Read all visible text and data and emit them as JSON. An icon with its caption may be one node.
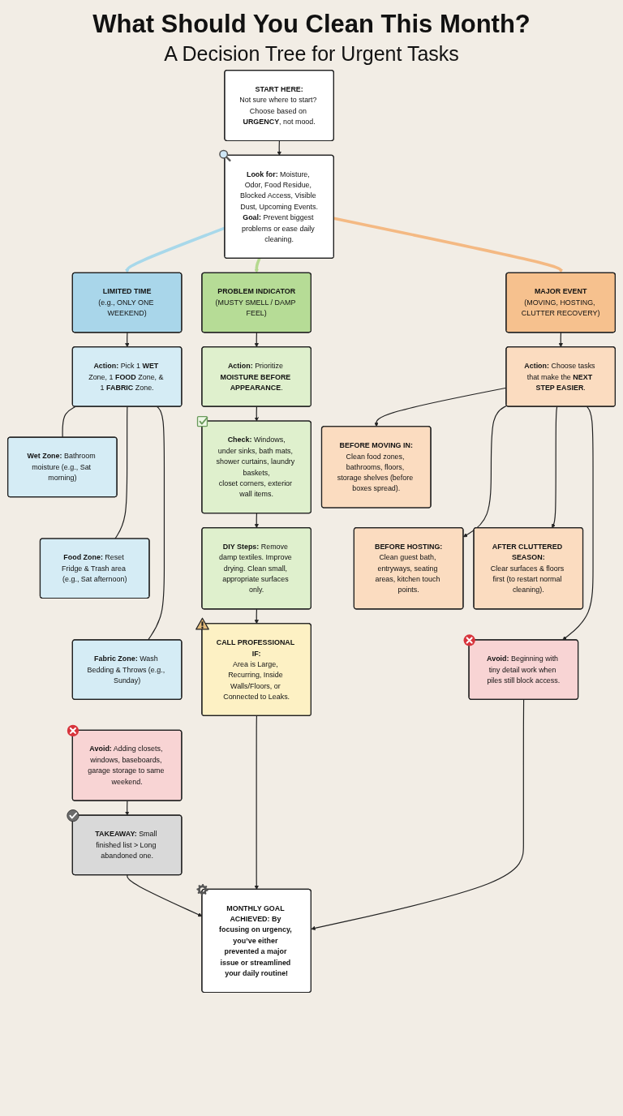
{
  "diagram": {
    "title": "What Should You Clean This Month?",
    "nodes": [
      {
        "text": [
          "START HERE:",
          "Not sure where to start? Choose based on **URGENCY**, not mood."
        ]
      },
      {
        "text": [
          "**Look for:** Moisture, Odor, Food Residue, Blocked Access, Visible Dust, Upcoming Events.",
          "**Goal:** Prevent biggest problems or ease daily cleaning."
        ]
      },
      {
        "text": [
          "LIMITED TIME",
          "(e.g., ONLY ONE WEEKEND)"
        ]
      },
      {
        "text": [
          "PROBLEM INDICATOR",
          "(MUSTY SMELL / DAMP FEEL)"
        ]
      },
      {
        "text": [
          "MAJOR EVENT",
          "(MOVING, HOSTING, CLUTTER RECOVERY)"
        ]
      },
      {
        "text": [
          "**Action:** Pick 1 **WET** Zone, 1 **FOOD** Zone, & 1 **FABRIC** Zone."
        ]
      },
      {
        "text": [
          "**Action:** Prioritize **MOISTURE BEFORE APPEARANCE**."
        ]
      },
      {
        "text": [
          "**Action:** Choose tasks that make the **NEXT STEP EASIER**."
        ]
      },
      {
        "text": [
          "**Wet Zone:** Bathroom moisture (e.g., Sat morning)"
        ]
      },
      {
        "text": [
          "**Food Zone:** Reset Fridge & Trash area (e.g., Sat afternoon)"
        ]
      },
      {
        "text": [
          "**Fabric Zone:** Wash Bedding & Throws (e.g., Sunday)"
        ]
      },
      {
        "text": [
          "**Avoid:** Adding closets, windows, baseboards, garage storage to same weekend."
        ]
      },
      {
        "text": [
          "**TAKEAWAY:** Small finished list > Long abandoned one."
        ]
      },
      {
        "text": [
          "**Check:** Windows,",
          "under sinks, bath mats, shower curtains, laundry baskets,",
          "closet corners, exterior wall items."
        ]
      },
      {
        "text": [
          "**DIY Steps:** Remove damp textiles. Improve drying. Clean small, appropriate surfaces only."
        ]
      },
      {
        "text": [
          "CALL PROFESSIONAL IF:",
          "Area is Large, Recurring, Inside Walls/Floors, or Connected to Leaks."
        ]
      },
      {
        "text": [
          "BEFORE MOVING IN:",
          "Clean food zones, bathrooms, floors, storage shelves (before boxes spread)."
        ]
      },
      {
        "text": [
          "BEFORE HOSTING:",
          "Clean guest bath, entryways, seating areas, kitchen touch points."
        ]
      },
      {
        "text": [
          "AFTER CLUTTERED SEASON:",
          "Clear surfaces & floors first (to restart normal cleaning)."
        ]
      },
      {
        "text": [
          "**Avoid:** Beginning with tiny detail work when piles still block access."
        ]
      },
      {
        "text": [
          "MONTHLY GOAL ACHIEVED: By focusing on urgency, you’ve either prevented a major issue or streamlined your daily routine!"
        ]
      }
    ],
    "edges": [
      {
        "from": 0,
        "to": 1,
        "arrow": "to"
      },
      {
        "from": 1,
        "to": 2,
        "arrow": "to",
        "style": "thick",
        "color": "#a8d8ea"
      },
      {
        "from": 1,
        "to": 3,
        "arrow": "to",
        "style": "thick",
        "color": "#b5d98f"
      },
      {
        "from": 1,
        "to": 4,
        "arrow": "to",
        "style": "thick",
        "color": "#f4b983"
      },
      {
        "from": 2,
        "to": 5,
        "arrow": "to"
      },
      {
        "from": 3,
        "to": 6,
        "arrow": "to"
      },
      {
        "from": 4,
        "to": 7,
        "arrow": "to"
      },
      {
        "from": 5,
        "to": 8,
        "arrow": "none"
      },
      {
        "from": 5,
        "to": 9,
        "arrow": "none"
      },
      {
        "from": 5,
        "to": 10,
        "arrow": "none"
      },
      {
        "from": 11,
        "to": 12,
        "arrow": "to"
      },
      {
        "from": 12,
        "to": 20,
        "arrow": "to"
      },
      {
        "from": 6,
        "to": 13,
        "arrow": "to"
      },
      {
        "from": 13,
        "to": 14,
        "arrow": "to"
      },
      {
        "from": 14,
        "to": 15,
        "arrow": "to"
      },
      {
        "from": 15,
        "to": 20,
        "arrow": "to"
      },
      {
        "from": 7,
        "to": 16,
        "arrow": "to"
      },
      {
        "from": 7,
        "to": 17,
        "arrow": "to"
      },
      {
        "from": 7,
        "to": 18,
        "arrow": "to"
      },
      {
        "from": 7,
        "to": 19,
        "arrow": "to"
      },
      {
        "from": 19,
        "to": 20,
        "arrow": "to"
      }
    ],
    "labels": [
      "A Decision Tree for Urgent Tasks"
    ]
  }
}
